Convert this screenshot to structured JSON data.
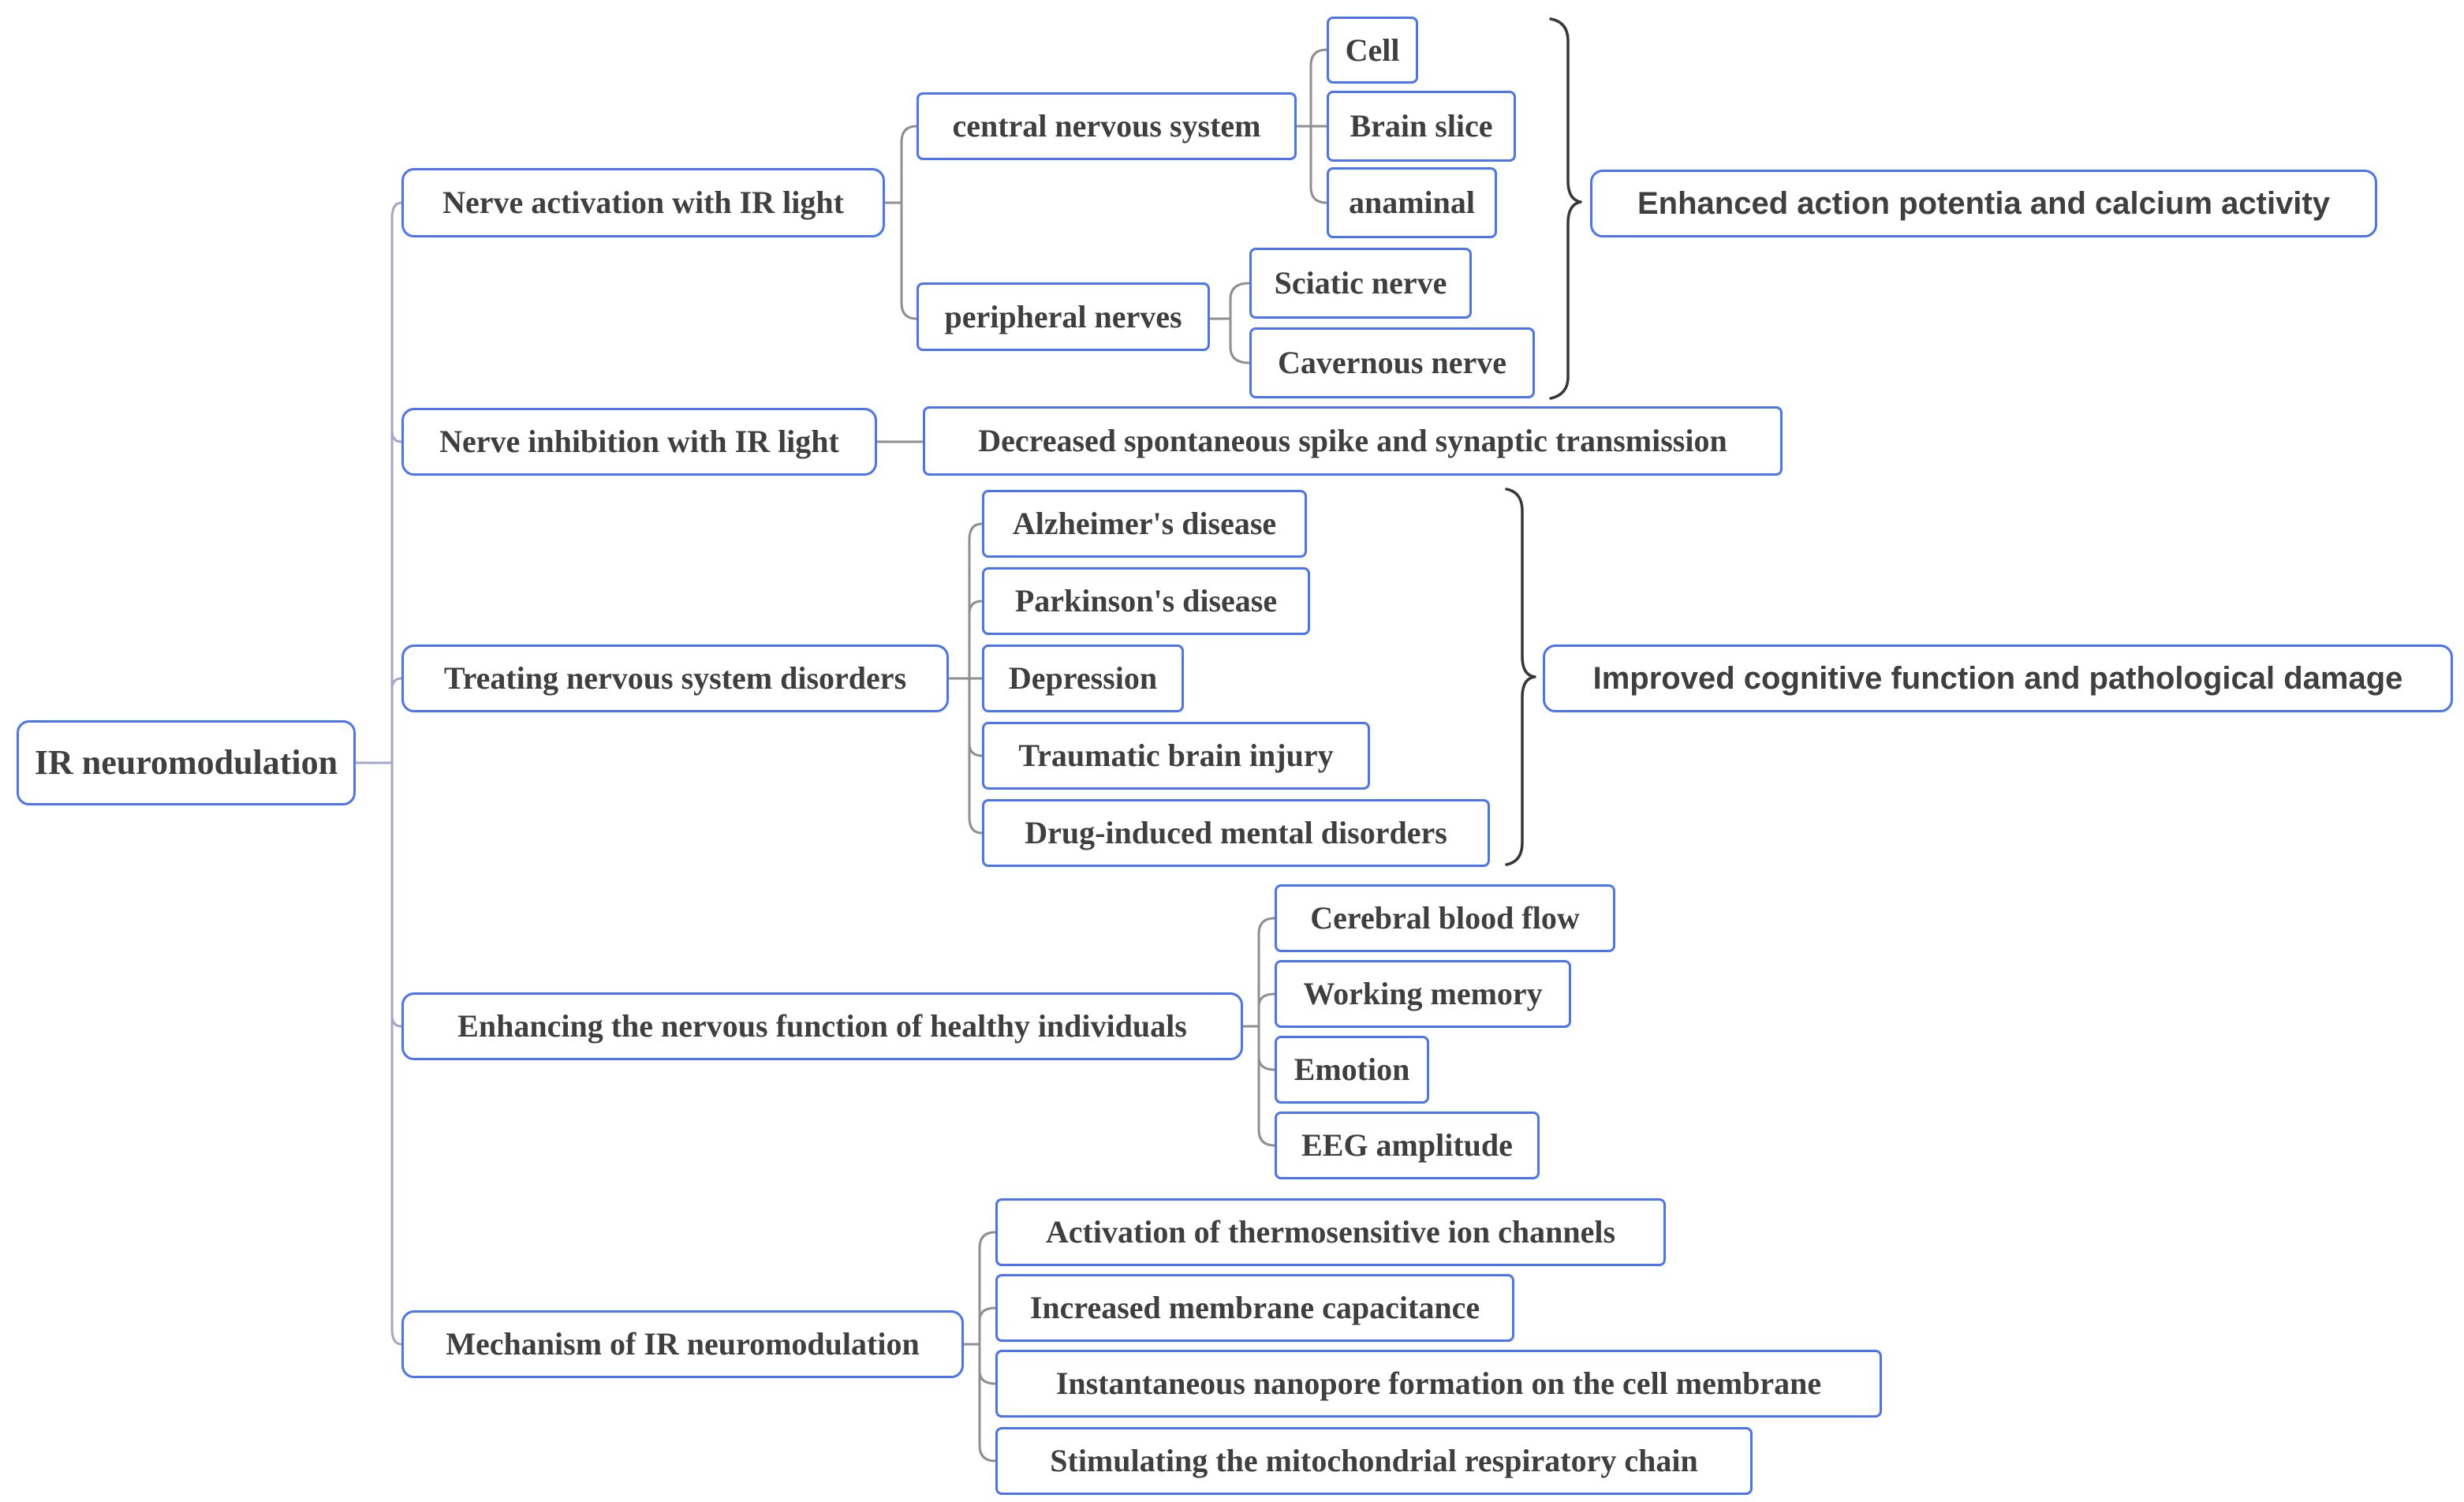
{
  "diagram": {
    "title": "IR neuromodulation mind map",
    "root": {
      "label": "IR neuromodulation"
    },
    "branches": [
      {
        "label": "Nerve activation with IR light",
        "children": [
          {
            "label": "central nervous system",
            "children": [
              {
                "label": "Cell"
              },
              {
                "label": "Brain slice"
              },
              {
                "label": "anaminal"
              }
            ]
          },
          {
            "label": "peripheral nerves",
            "children": [
              {
                "label": "Sciatic nerve"
              },
              {
                "label": "Cavernous nerve"
              }
            ]
          }
        ],
        "outcome": "Enhanced action potentia and calcium activity"
      },
      {
        "label": "Nerve inhibition with IR light",
        "children": [
          {
            "label": "Decreased spontaneous spike and synaptic transmission"
          }
        ]
      },
      {
        "label": "Treating nervous system disorders",
        "children": [
          {
            "label": "Alzheimer's disease"
          },
          {
            "label": "Parkinson's disease"
          },
          {
            "label": "Depression"
          },
          {
            "label": "Traumatic brain injury"
          },
          {
            "label": "Drug-induced mental disorders"
          }
        ],
        "outcome": "Improved cognitive function and pathological damage"
      },
      {
        "label": "Enhancing the nervous function of healthy individuals",
        "children": [
          {
            "label": "Cerebral blood flow"
          },
          {
            "label": "Working memory"
          },
          {
            "label": "Emotion"
          },
          {
            "label": "EEG amplitude"
          }
        ]
      },
      {
        "label": "Mechanism of IR neuromodulation",
        "children": [
          {
            "label": "Activation of thermosensitive ion channels"
          },
          {
            "label": "Increased membrane capacitance"
          },
          {
            "label": "Instantaneous nanopore formation on the cell membrane"
          },
          {
            "label": "Stimulating the mitochondrial respiratory chain"
          }
        ]
      }
    ],
    "colors": {
      "node_border": "#4a74f0",
      "text": "#3f3f3f",
      "connector": "#8f8f8f",
      "trunk": "#a5a7c9",
      "brace": "#383838",
      "background": "#ffffff"
    }
  }
}
